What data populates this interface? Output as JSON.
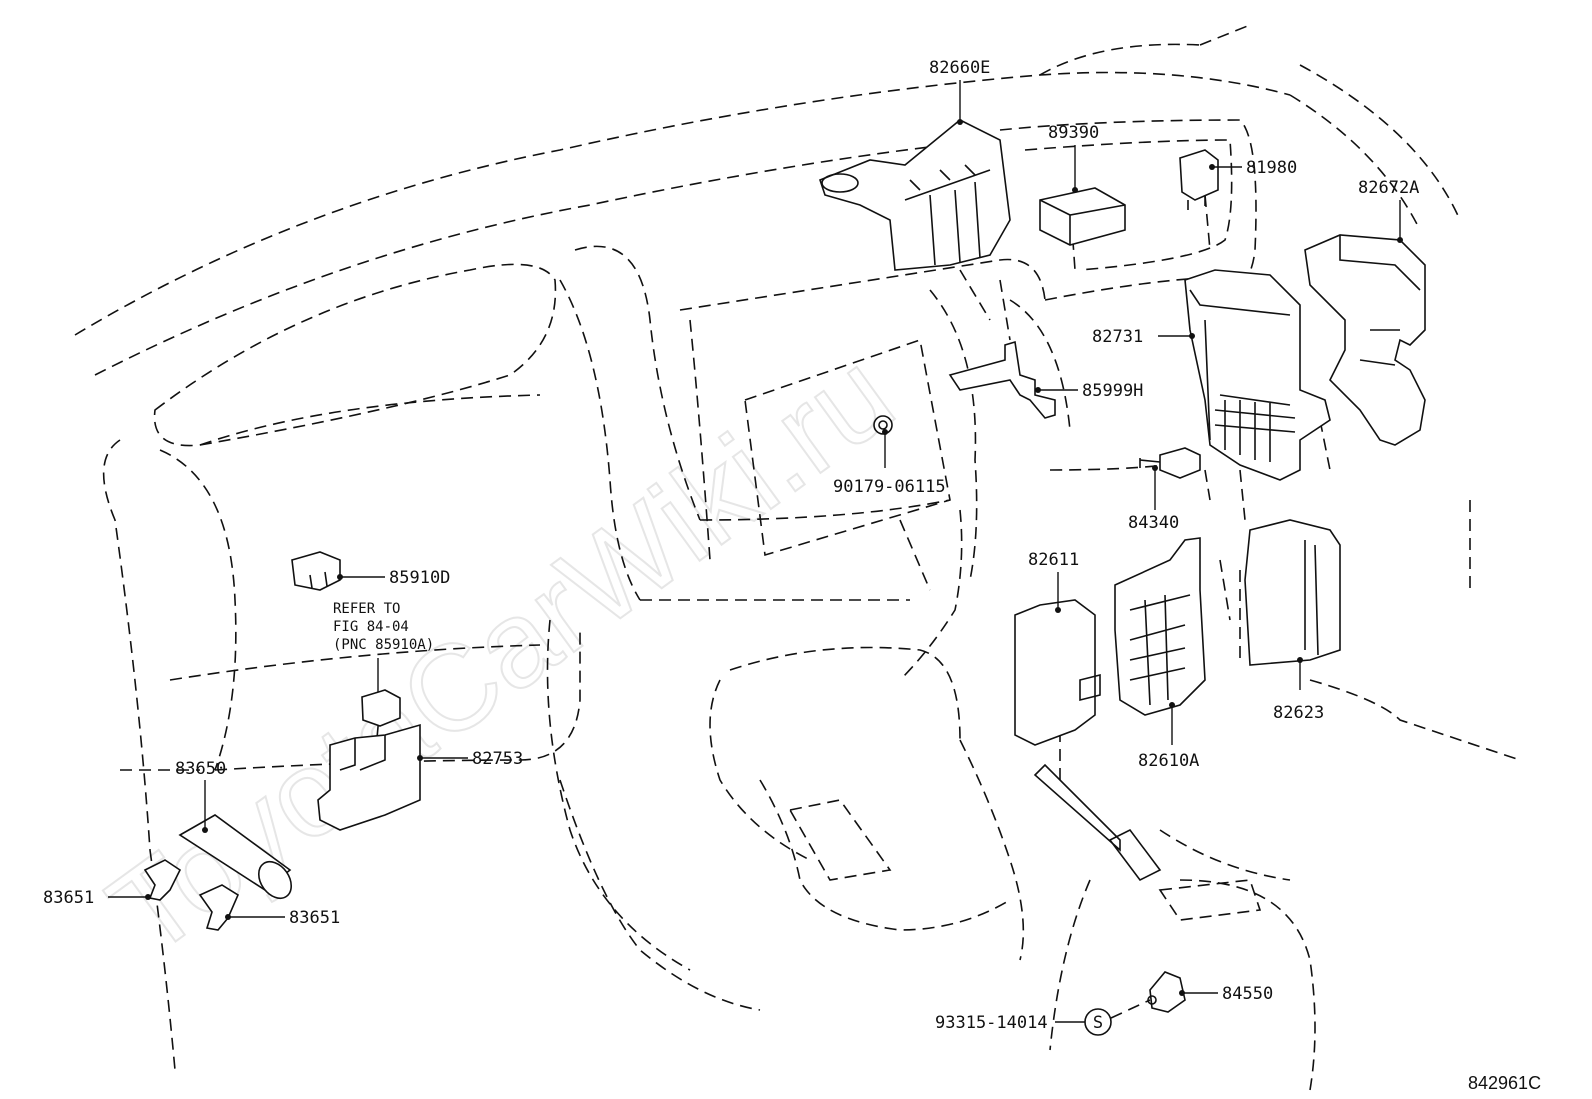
{
  "watermark": "ToyotaCarWiki.ru",
  "figure_id": "842961C",
  "note_lines": [
    "REFER TO",
    "FIG  84-04",
    "(PNC 85910A)"
  ],
  "fastener_symbol": "S",
  "callouts": [
    {
      "id": "c01",
      "label": "82660E"
    },
    {
      "id": "c02",
      "label": "89390"
    },
    {
      "id": "c03",
      "label": "81980"
    },
    {
      "id": "c04",
      "label": "82672A"
    },
    {
      "id": "c05",
      "label": "82731"
    },
    {
      "id": "c06",
      "label": "85999H"
    },
    {
      "id": "c07",
      "label": "90179-06115"
    },
    {
      "id": "c08",
      "label": "84340"
    },
    {
      "id": "c09",
      "label": "82611"
    },
    {
      "id": "c10",
      "label": "85910D"
    },
    {
      "id": "c11",
      "label": "82753"
    },
    {
      "id": "c12",
      "label": "83650"
    },
    {
      "id": "c13",
      "label": "82623"
    },
    {
      "id": "c14",
      "label": "82610A"
    },
    {
      "id": "c15",
      "label": "83651"
    },
    {
      "id": "c16",
      "label": "83651"
    },
    {
      "id": "c17",
      "label": "84550"
    },
    {
      "id": "c18",
      "label": "93315-14014"
    }
  ]
}
